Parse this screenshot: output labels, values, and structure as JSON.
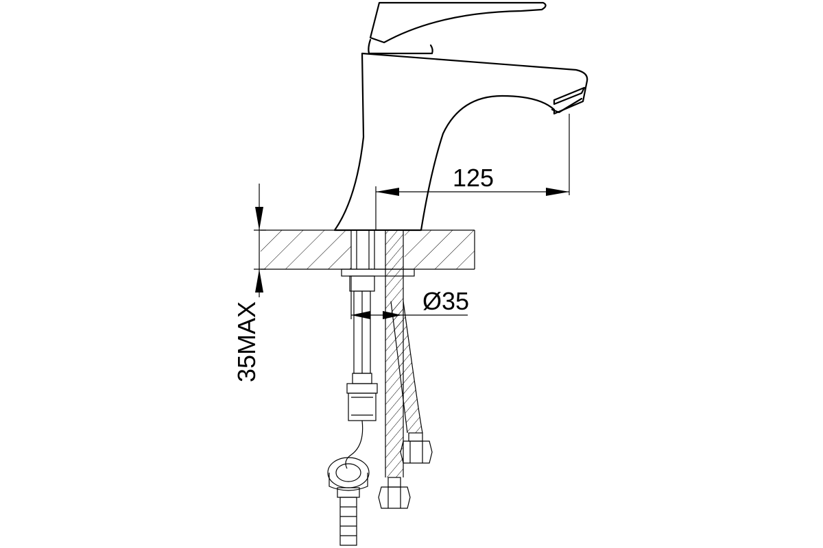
{
  "dimensions": {
    "spout_reach": "125",
    "hole_diameter": "Ø35",
    "max_countertop_thickness": "35MAX"
  },
  "colors": {
    "line": "#000000",
    "background": "#ffffff"
  }
}
